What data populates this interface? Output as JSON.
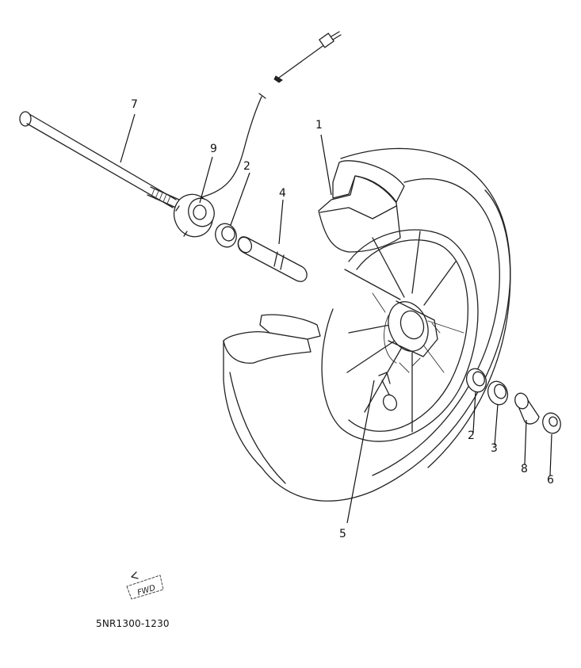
{
  "diagram_code": "5NR1300-1230",
  "fwd_label": "FWD",
  "callouts": [
    {
      "id": "c1",
      "label": "1"
    },
    {
      "id": "c2a",
      "label": "2"
    },
    {
      "id": "c2b",
      "label": "2"
    },
    {
      "id": "c3",
      "label": "3"
    },
    {
      "id": "c4",
      "label": "4"
    },
    {
      "id": "c5",
      "label": "5"
    },
    {
      "id": "c6",
      "label": "6"
    },
    {
      "id": "c7",
      "label": "7"
    },
    {
      "id": "c8",
      "label": "8"
    },
    {
      "id": "c9",
      "label": "9"
    }
  ]
}
